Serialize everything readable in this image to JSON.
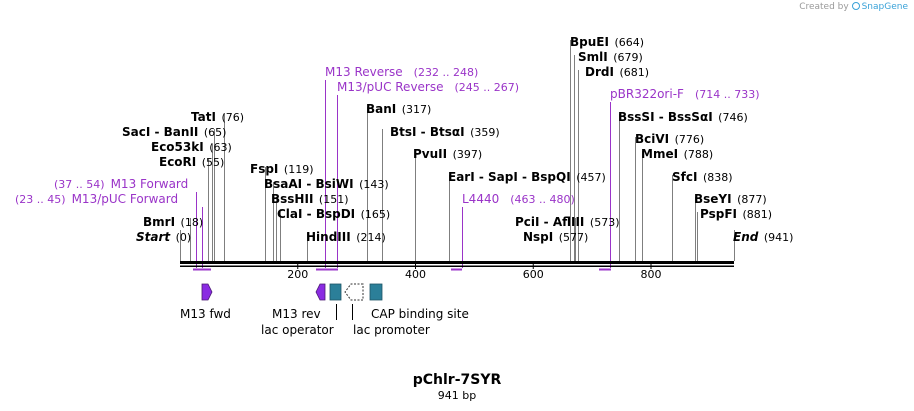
{
  "credit": {
    "prefix": "Created by",
    "brand": "SnapGene"
  },
  "map": {
    "name": "pChlr-7SYR",
    "length": "941 bp",
    "total_bp": 941
  },
  "ticks": [
    "200",
    "400",
    "600",
    "800"
  ],
  "sites": [
    {
      "pre": "",
      "name": "Start",
      "pos": "(0)",
      "italic": true
    },
    {
      "pre": "",
      "name": "BmrI",
      "pos": "(18)"
    },
    {
      "pre": "",
      "name": "EcoRI",
      "pos": "(55)"
    },
    {
      "pre": "",
      "name": "Eco53kI",
      "pos": "(63)"
    },
    {
      "pre": "",
      "name": "SacI - BanII",
      "pos": "(65)"
    },
    {
      "pre": "",
      "name": "TatI",
      "pos": "(76)"
    },
    {
      "pre": "",
      "name": "FspI",
      "pos": "(119)"
    },
    {
      "pre": "",
      "name": "BsaAI - BsiWI",
      "pos": "(143)"
    },
    {
      "pre": "",
      "name": "BssHII",
      "pos": "(151)"
    },
    {
      "pre": "",
      "name": "ClaI - BspDI",
      "pos": "(165)"
    },
    {
      "pre": "",
      "name": "HindIII",
      "pos": "(214)"
    },
    {
      "pre": "",
      "name": "BanI",
      "pos": "(317)"
    },
    {
      "pre": "",
      "name": "BtsI - BtsαI",
      "pos": "(359)"
    },
    {
      "pre": "",
      "name": "PvuII",
      "pos": "(397)"
    },
    {
      "pre": "",
      "name": "EarI - SapI - BspQI",
      "pos": "(457)"
    },
    {
      "pre": "",
      "name": "PciI - AflIII",
      "pos": "(573)"
    },
    {
      "pre": "",
      "name": "NspI",
      "pos": "(577)"
    },
    {
      "pre": "",
      "name": "BpuEI",
      "pos": "(664)"
    },
    {
      "pre": "",
      "name": "SmlI",
      "pos": "(679)"
    },
    {
      "pre": "",
      "name": "DrdI",
      "pos": "(681)"
    },
    {
      "pre": "",
      "name": "BssSI - BssSαI",
      "pos": "(746)"
    },
    {
      "pre": "",
      "name": "BciVI",
      "pos": "(776)"
    },
    {
      "pre": "",
      "name": "MmeI",
      "pos": "(788)"
    },
    {
      "pre": "",
      "name": "SfcI",
      "pos": "(838)"
    },
    {
      "pre": "",
      "name": "BseYI",
      "pos": "(877)"
    },
    {
      "pre": "",
      "name": "PspFI",
      "pos": "(881)"
    },
    {
      "pre": "",
      "name": "End",
      "pos": "(941)",
      "italic": true
    }
  ],
  "primers": [
    {
      "name": "M13 Forward",
      "range": "(37 .. 54)"
    },
    {
      "name": "M13/pUC Forward",
      "range": "(23 .. 45)"
    },
    {
      "name": "M13 Reverse",
      "range": "(232 .. 248)"
    },
    {
      "name": "M13/pUC Reverse",
      "range": "(245 .. 267)"
    },
    {
      "name": "L4440",
      "range": "(463 .. 480)"
    },
    {
      "name": "pBR322ori-F",
      "range": "(714 .. 733)"
    }
  ],
  "features": [
    {
      "name": "M13 fwd"
    },
    {
      "name": "M13 rev"
    },
    {
      "name": "lac operator"
    },
    {
      "name": "lac promoter"
    },
    {
      "name": "CAP binding site"
    }
  ],
  "colors": {
    "primer": "#9a34c8",
    "feature_purple": "#8a2be2",
    "feature_teal": "#2b7f99",
    "line": "#7f7f7f",
    "backbone": "#000000"
  }
}
